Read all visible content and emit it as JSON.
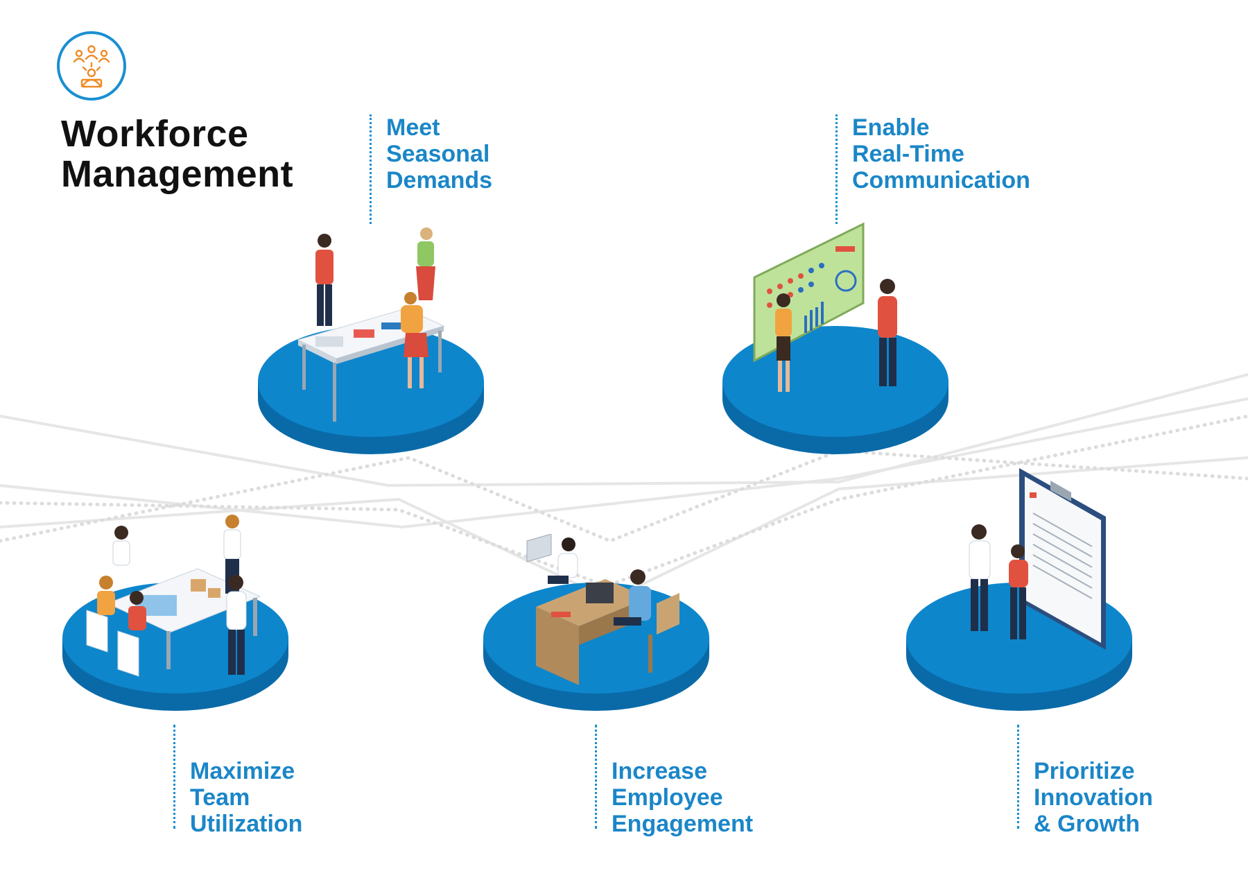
{
  "title": {
    "line1": "Workforce",
    "line2": "Management"
  },
  "colors": {
    "accent": "#1b86c8",
    "platform_top": "#0e86cc",
    "platform_side": "#0a6aa8",
    "logo_icon": "#f08a24"
  },
  "logo": {
    "icon": "team-manager-icon"
  },
  "features": [
    {
      "lines": [
        "Meet",
        "Seasonal",
        "Demands"
      ],
      "illustration": "planning-table-scene"
    },
    {
      "lines": [
        "Enable",
        "Real-Time",
        "Communication"
      ],
      "illustration": "dashboard-board-scene"
    },
    {
      "lines": [
        "Maximize",
        "Team",
        "Utilization"
      ],
      "illustration": "team-meeting-scene"
    },
    {
      "lines": [
        "Increase",
        "Employee",
        "Engagement"
      ],
      "illustration": "desk-work-scene"
    },
    {
      "lines": [
        "Prioritize",
        "Innovation",
        "& Growth"
      ],
      "illustration": "agreement-handshake-scene"
    }
  ]
}
